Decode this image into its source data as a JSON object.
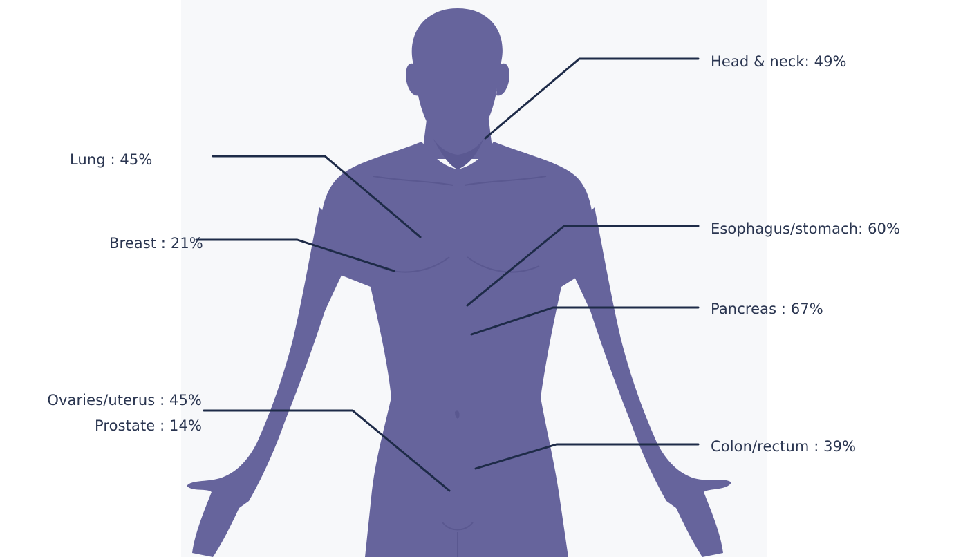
{
  "colors": {
    "body": "#66649c",
    "body_shadow": "#5a5890",
    "leader": "#1e2b48",
    "text": "#2a3550",
    "panel": "#f7f8fa"
  },
  "labels": {
    "head_neck": "Head & neck: 49%",
    "lung": "Lung : 45%",
    "breast": "Breast : 21%",
    "esophagus_stomach": "Esophagus/stomach: 60%",
    "pancreas": "Pancreas : 67%",
    "ovaries_uterus": "Ovaries/uterus : 45%",
    "prostate": "Prostate : 14%",
    "colon_rectum": "Colon/rectum : 39%"
  }
}
